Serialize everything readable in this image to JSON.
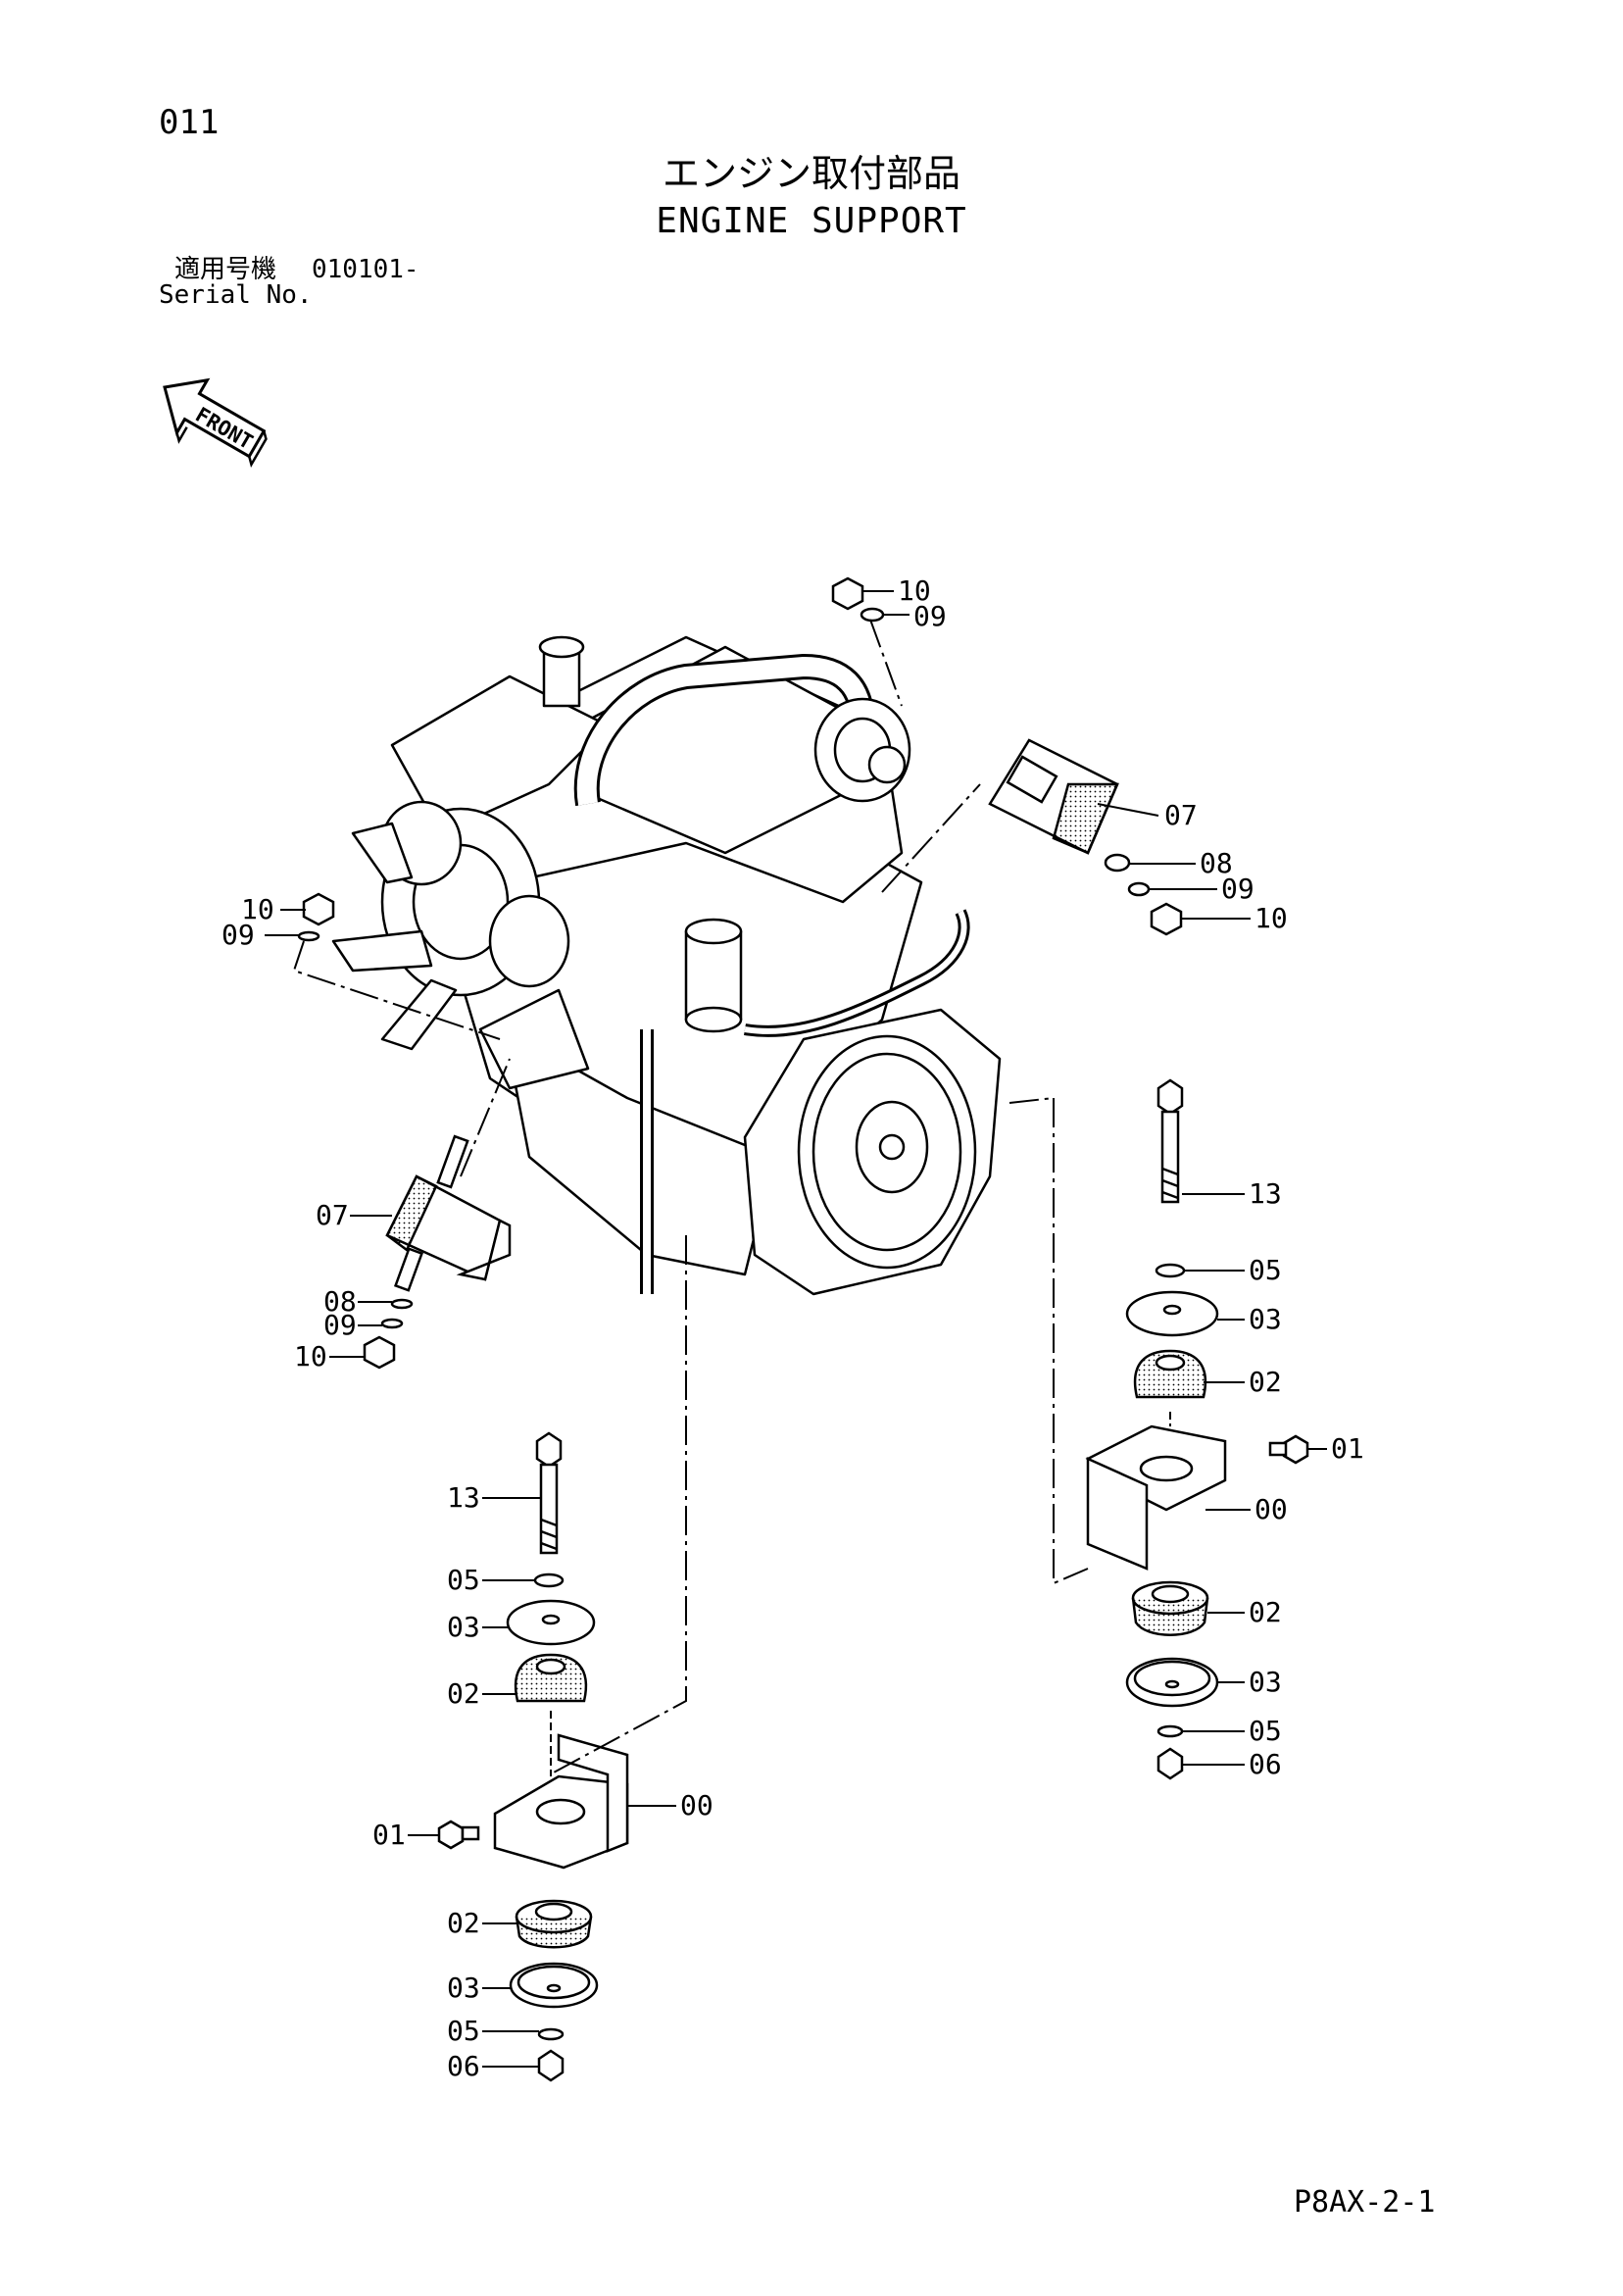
{
  "header": {
    "page_number": "011",
    "title_jp": "エンジン取付部品",
    "title_en": "ENGINE SUPPORT",
    "serial_label_jp": "適用号機",
    "serial_value": "010101-",
    "serial_label_en": "Serial No."
  },
  "front_indicator": {
    "label": "FRONT"
  },
  "callouts": {
    "c1": "10",
    "c2": "09",
    "c3": "07",
    "c4": "08",
    "c5": "09",
    "c6": "10",
    "c7": "10",
    "c8": "09",
    "c9": "07",
    "c10": "08",
    "c11": "09",
    "c12": "10",
    "c13": "13",
    "c14": "05",
    "c15": "03",
    "c16": "02",
    "c17": "01",
    "c18": "00",
    "c19": "02",
    "c20": "03",
    "c21": "05",
    "c22": "06",
    "c23": "13",
    "c24": "05",
    "c25": "03",
    "c26": "02",
    "c27": "00",
    "c28": "01",
    "c29": "02",
    "c30": "03",
    "c31": "05",
    "c32": "06"
  },
  "footer": {
    "code": "P8AX-2-1"
  }
}
